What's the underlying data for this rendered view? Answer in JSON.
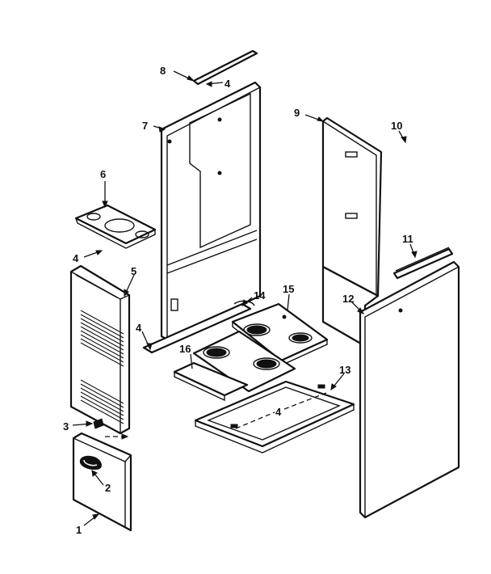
{
  "parts": [
    {
      "id": "part-1",
      "label": "1"
    },
    {
      "id": "part-2",
      "label": "2"
    },
    {
      "id": "part-3",
      "label": "3"
    },
    {
      "id": "part-4a",
      "label": "4"
    },
    {
      "id": "part-4b",
      "label": "4"
    },
    {
      "id": "part-4c",
      "label": "4"
    },
    {
      "id": "part-4d",
      "label": "4"
    },
    {
      "id": "part-5",
      "label": "5"
    },
    {
      "id": "part-6",
      "label": "6"
    },
    {
      "id": "part-7",
      "label": "7"
    },
    {
      "id": "part-8",
      "label": "8"
    },
    {
      "id": "part-9",
      "label": "9"
    },
    {
      "id": "part-10",
      "label": "10"
    },
    {
      "id": "part-11",
      "label": "11"
    },
    {
      "id": "part-12",
      "label": "12"
    },
    {
      "id": "part-13",
      "label": "13"
    },
    {
      "id": "part-14",
      "label": "14"
    },
    {
      "id": "part-15",
      "label": "15"
    },
    {
      "id": "part-16",
      "label": "16"
    }
  ]
}
